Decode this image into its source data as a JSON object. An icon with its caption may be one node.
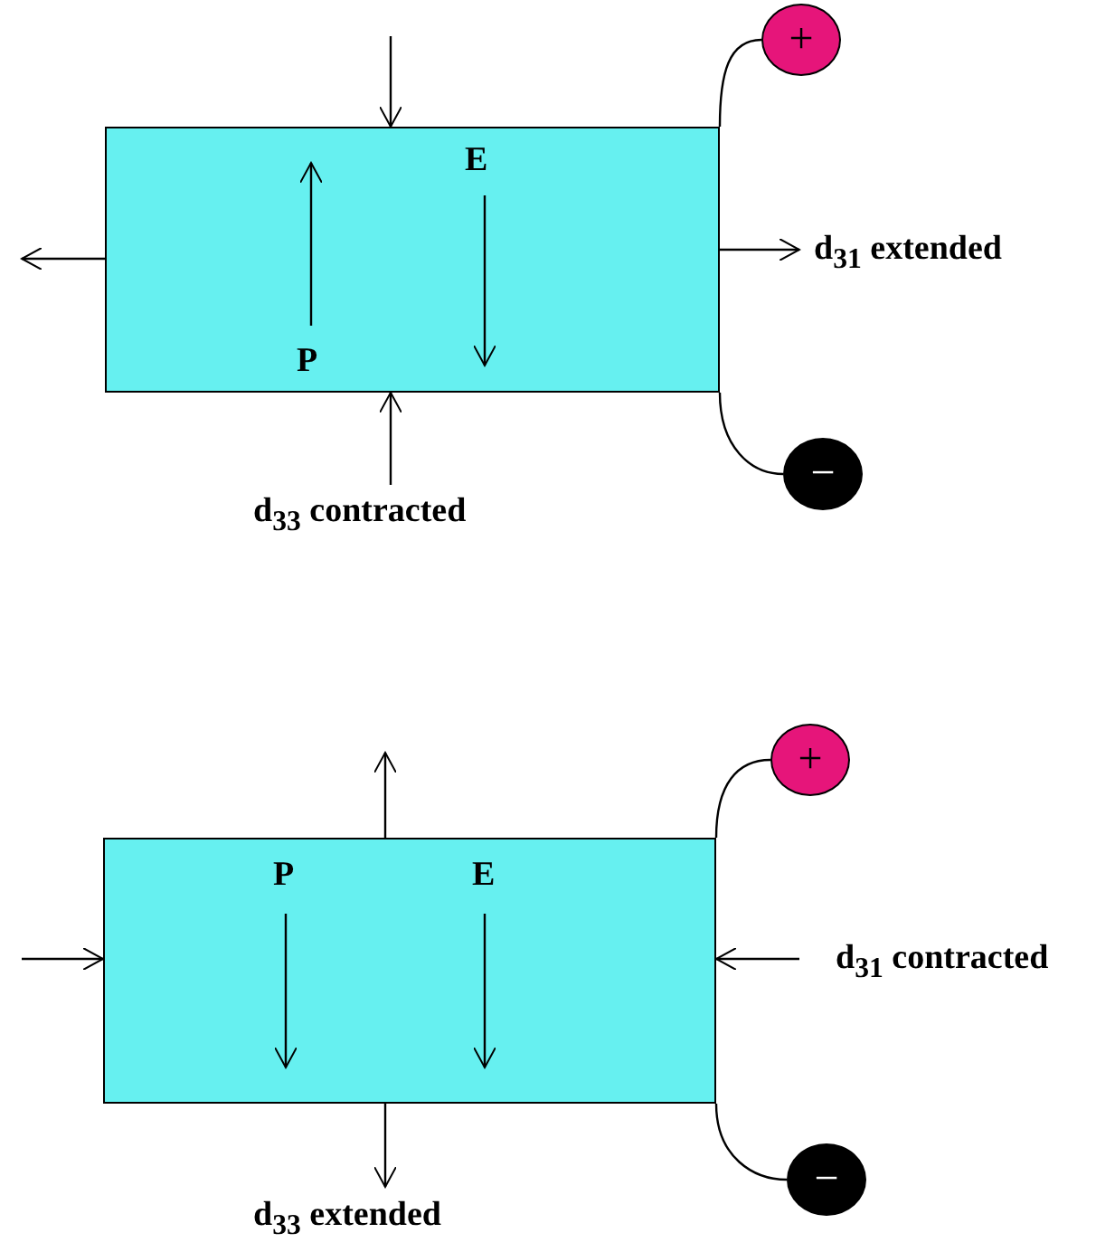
{
  "diagram": {
    "nodes": [
      {
        "text": [],
        "shape": "box"
      },
      {
        "text": [
          "+"
        ]
      },
      {
        "text": [
          "−"
        ]
      },
      {
        "text": [],
        "shape": "box"
      },
      {
        "text": [
          "+"
        ]
      },
      {
        "text": [
          "−"
        ]
      }
    ],
    "edges": [
      {
        "from": 0,
        "to": 1,
        "arrow": "none"
      },
      {
        "from": 0,
        "to": 2,
        "arrow": "none"
      },
      {
        "from": 3,
        "to": 4,
        "arrow": "none"
      },
      {
        "from": 3,
        "to": 5,
        "arrow": "none"
      }
    ],
    "labels": [
      "E",
      "d$_{31}$ extended",
      "P",
      "d$_{33}$ contracted",
      "P",
      "E",
      "d$_{31}$ contracted",
      "d$_{33}$ extended"
    ]
  }
}
